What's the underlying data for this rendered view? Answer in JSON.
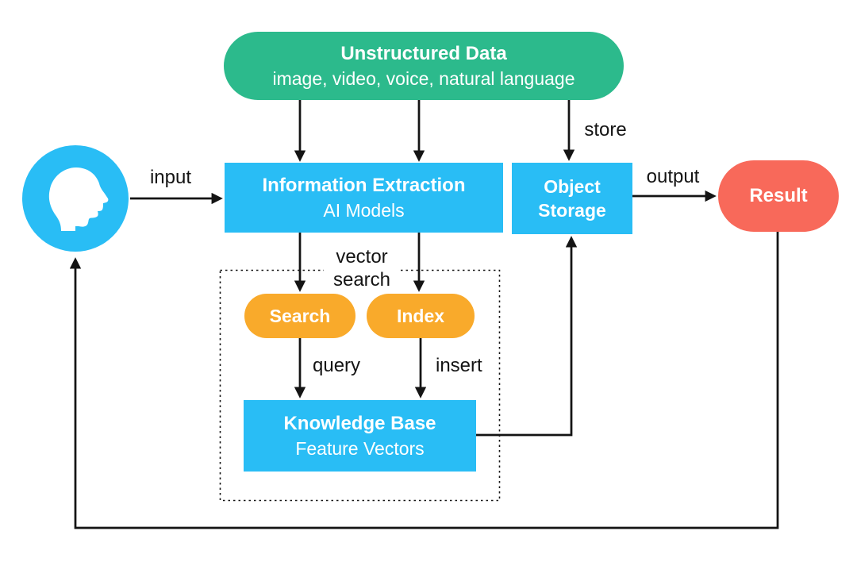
{
  "colors": {
    "teal_green": "#2CBA8C",
    "sky_blue": "#29BDF5",
    "orange": "#F9AA2B",
    "coral_red": "#F8695A",
    "line_black": "#141414",
    "label_text": "#141414",
    "node_text": "#FFFFFF",
    "background": "#FFFFFF"
  },
  "nodes": {
    "unstructured_data": {
      "title": "Unstructured Data",
      "subtitle": "image, video, voice, natural language"
    },
    "information_extraction": {
      "title": "Information Extraction",
      "subtitle": "AI Models"
    },
    "object_storage": {
      "title": "Object Storage"
    },
    "user": {
      "icon": "person-head-profile-icon"
    },
    "result": {
      "title": "Result"
    },
    "search": {
      "title": "Search"
    },
    "index": {
      "title": "Index"
    },
    "knowledge_base": {
      "title": "Knowledge Base",
      "subtitle": "Feature Vectors"
    }
  },
  "edge_labels": {
    "input": "input",
    "store": "store",
    "output": "output",
    "vector_search": "vector search",
    "query": "query",
    "insert": "insert"
  }
}
